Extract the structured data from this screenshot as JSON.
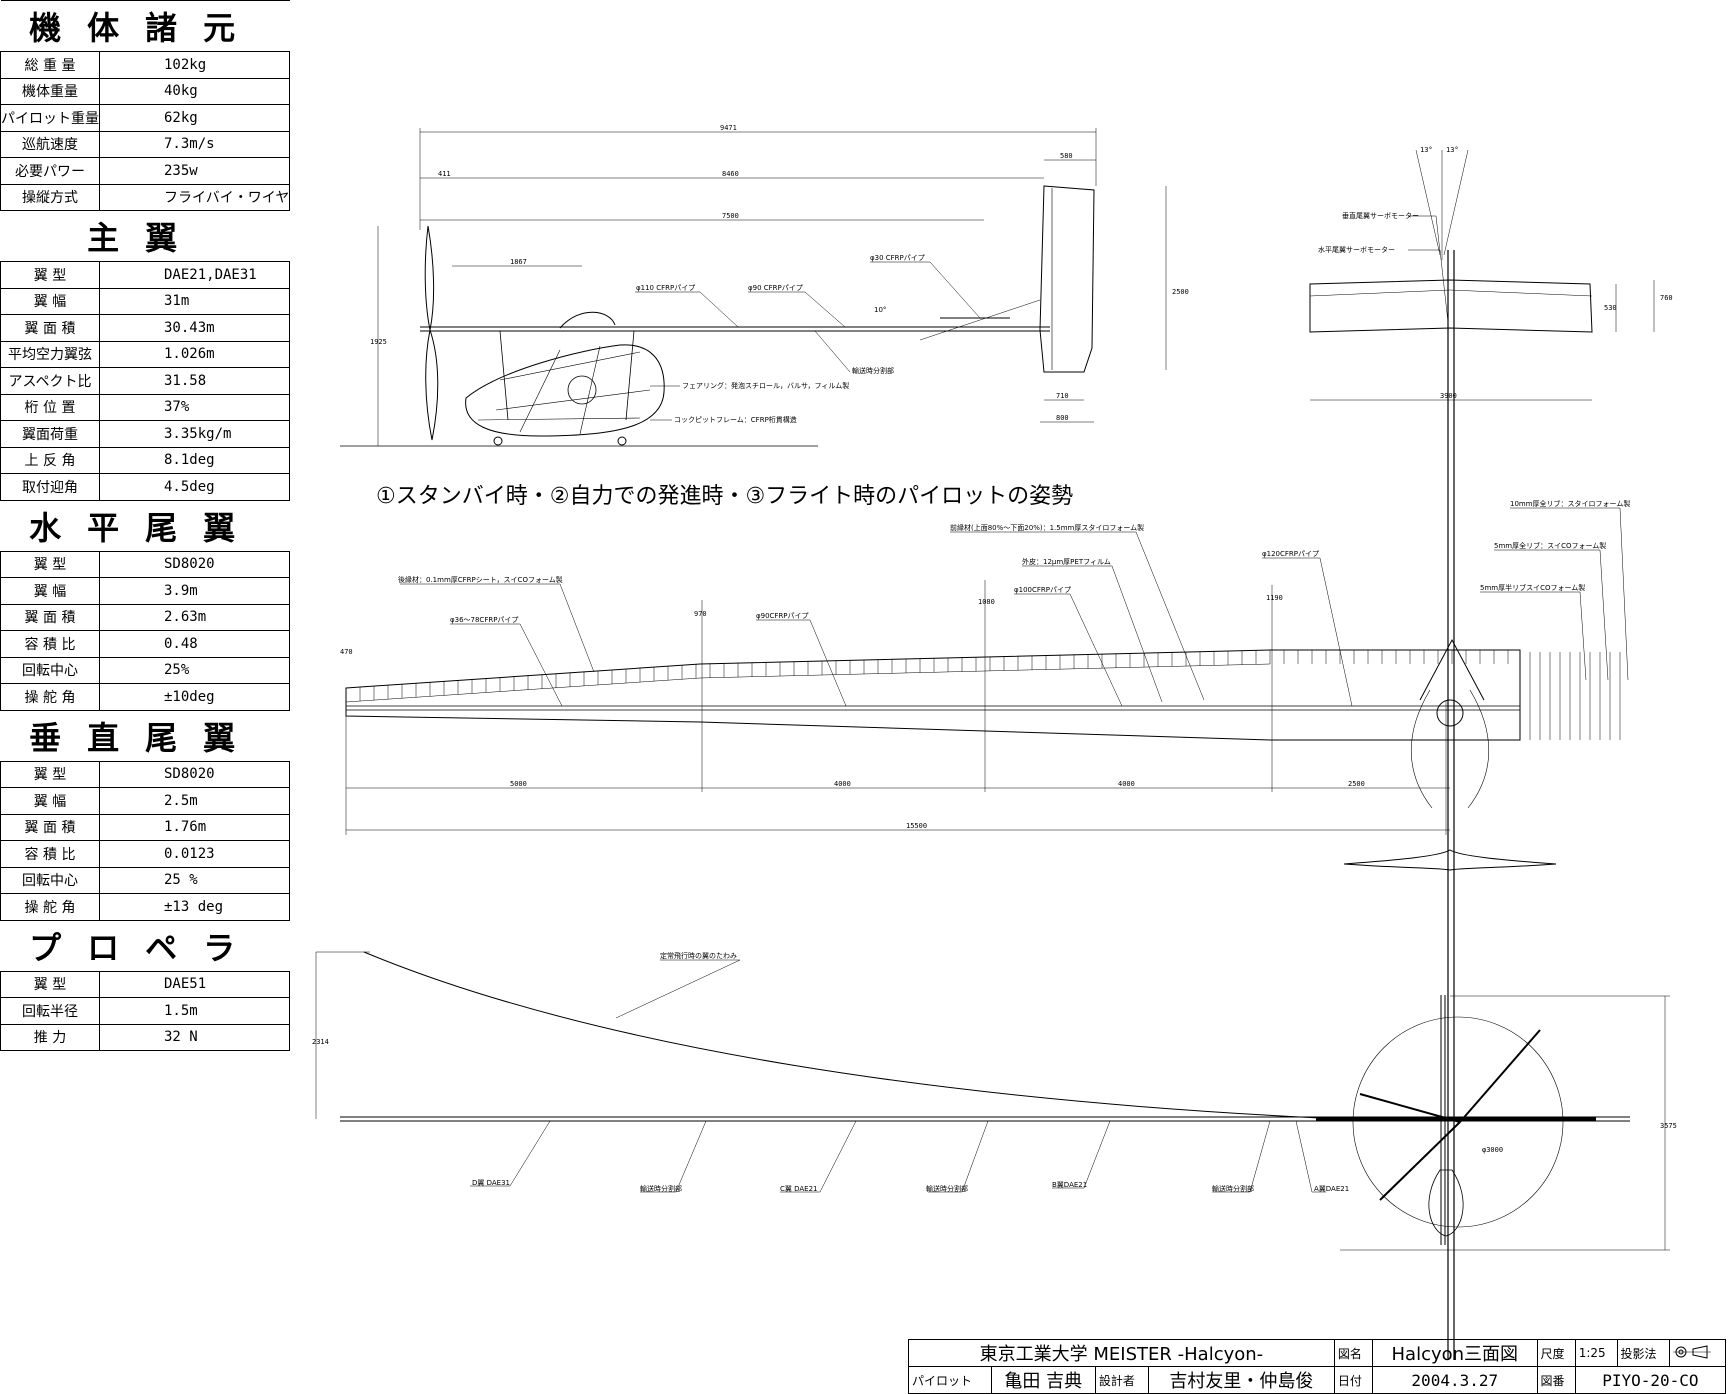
{
  "spec_sheet": {
    "sections": [
      {
        "title": "機体諸元",
        "rows": [
          {
            "label": "総 重 量",
            "value": "102kg"
          },
          {
            "label": "機体重量",
            "value": "40kg"
          },
          {
            "label": "パイロット重量",
            "value": "62kg"
          },
          {
            "label": "巡航速度",
            "value": "7.3m/s"
          },
          {
            "label": "必要パワー",
            "value": "235w"
          },
          {
            "label": "操縦方式",
            "value": "フライバイ・ワイヤ"
          }
        ]
      },
      {
        "title": "主翼",
        "rows": [
          {
            "label": "翼 型",
            "value": "DAE21,DAE31"
          },
          {
            "label": "翼 幅",
            "value": "31m"
          },
          {
            "label": "翼 面 積",
            "value": "30.43m"
          },
          {
            "label": "平均空力翼弦",
            "value": "1.026m"
          },
          {
            "label": "アスペクト比",
            "value": "31.58"
          },
          {
            "label": "桁 位 置",
            "value": "37%"
          },
          {
            "label": "翼面荷重",
            "value": "3.35kg/m"
          },
          {
            "label": "上 反 角",
            "value": "8.1deg"
          },
          {
            "label": "取付迎角",
            "value": "4.5deg"
          }
        ]
      },
      {
        "title": "水平尾翼",
        "rows": [
          {
            "label": "翼 型",
            "value": "SD8020"
          },
          {
            "label": "翼 幅",
            "value": "3.9m"
          },
          {
            "label": "翼 面 積",
            "value": "2.63m"
          },
          {
            "label": "容 積 比",
            "value": "0.48"
          },
          {
            "label": "回転中心",
            "value": "25%"
          },
          {
            "label": "操 舵 角",
            "value": "±10deg"
          }
        ]
      },
      {
        "title": "垂直尾翼",
        "rows": [
          {
            "label": "翼 型",
            "value": "SD8020"
          },
          {
            "label": "翼 幅",
            "value": "2.5m"
          },
          {
            "label": "翼 面 積",
            "value": "1.76m"
          },
          {
            "label": "容 積 比",
            "value": "0.0123"
          },
          {
            "label": "回転中心",
            "value": "25 %"
          },
          {
            "label": "操 舵 角",
            "value": "±13 deg"
          }
        ]
      },
      {
        "title": "プロペラ",
        "rows": [
          {
            "label": "翼 型",
            "value": "DAE51"
          },
          {
            "label": "回転半径",
            "value": "1.5m"
          },
          {
            "label": "推 力",
            "value": "32 N"
          }
        ]
      }
    ]
  },
  "caption": "①スタンバイ時・②自力での発進時・③フライト時のパイロットの姿勢",
  "side_view": {
    "dims": [
      "9471",
      "8460",
      "411",
      "580",
      "7500",
      "1867",
      "2500",
      "1925",
      "710",
      "800"
    ],
    "notes": {
      "pipe110": "φ110 CFRPパイプ",
      "pipe90": "φ90 CFRPパイプ",
      "pipe30": "φ30 CFRPパイプ",
      "ang10": "10°",
      "transport": "輸送時分割部",
      "fairing": "フェアリング：発泡スチロール，バルサ，フィルム製",
      "cockpit": "コックピットフレーム：CFRP桁貫構造"
    }
  },
  "front_view": {
    "angles": [
      "13°",
      "13°"
    ],
    "notes": {
      "v_servo": "垂直尾翼サーボモーター",
      "h_servo": "水平尾翼サーボモーター"
    },
    "dims": [
      "530",
      "760",
      "3900"
    ]
  },
  "plan_view": {
    "notes": {
      "rib10": "10mm厚全リブ：スタイロフォーム製",
      "rib5": "5mm厚全リブ：スイCOフォーム製",
      "halfrib": "5mm厚半リブスイCOフォーム製",
      "pipe120": "φ120CFRPパイプ",
      "leading": "前縁材(上面80%～下面20%)：1.5mm厚スタイロフォーム製",
      "skin": "外皮：12μm厚PETフィルム",
      "pipe100": "φ100CFRPパイプ",
      "trailing": "後縁材：0.1mm厚CFRPシート，スイCOフォーム製",
      "pipe36": "φ36～78CFRPパイプ",
      "pipe90": "φ90CFRPパイプ"
    },
    "chords": [
      "470",
      "970",
      "1080",
      "1190"
    ],
    "spans": [
      "5000",
      "4000",
      "4000",
      "2500"
    ],
    "total": "15500"
  },
  "deflection_view": {
    "notes": {
      "deflect": "定常飛行時の翼のたわみ",
      "dwing": "D翼 DAE31",
      "cwing": "C翼 DAE21",
      "bwing": "B翼DAE21",
      "awing": "A翼DAE21",
      "split": "輸送時分割部"
    },
    "dims": [
      "2314",
      "3575",
      "φ3000"
    ]
  },
  "title_block": {
    "school": "東京工業大学 MEISTER -Halcyon-",
    "name_label": "図名",
    "drawing_name": "Halcyon三面図",
    "scale_label": "尺度",
    "scale": "1:25",
    "projection_label": "投影法",
    "pilot_label": "パイロット",
    "pilot": "亀田 吉典",
    "designer_label": "設計者",
    "designer": "吉村友里・仲島俊",
    "date_label": "日付",
    "date": "2004.3.27",
    "number_label": "図番",
    "number": "PIYO-20-CO"
  }
}
